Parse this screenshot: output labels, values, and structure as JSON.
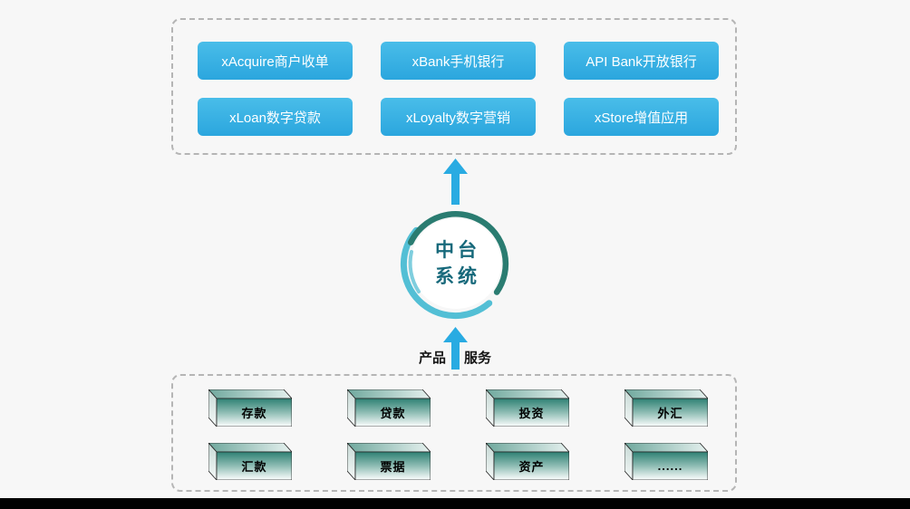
{
  "colors": {
    "background": "#f7f7f7",
    "arrow_blue": "#29abe2",
    "button_gradient_top": "#49bde9",
    "button_gradient_bottom": "#2ba6de",
    "ring_teal": "#2a7c71",
    "ring_light_blue": "#53bfd5",
    "hub_text": "#17697b",
    "box_front_teal": "#2e8073",
    "dashed_border": "#b5b5b5",
    "bottom_bar": "#000000"
  },
  "apps_panel": {
    "buttons": [
      "xAcquire商户收单",
      "xBank手机银行",
      "API Bank开放银行",
      "xLoan数字贷款",
      "xLoyalty数字营销",
      "xStore增值应用"
    ]
  },
  "hub": {
    "title_line1": "中台",
    "title_line2": "系统"
  },
  "flow": {
    "left_label": "产品",
    "right_label": "服务"
  },
  "services_panel": {
    "items": [
      "存款",
      "贷款",
      "投资",
      "外汇",
      "汇款",
      "票据",
      "资产",
      "......"
    ]
  }
}
